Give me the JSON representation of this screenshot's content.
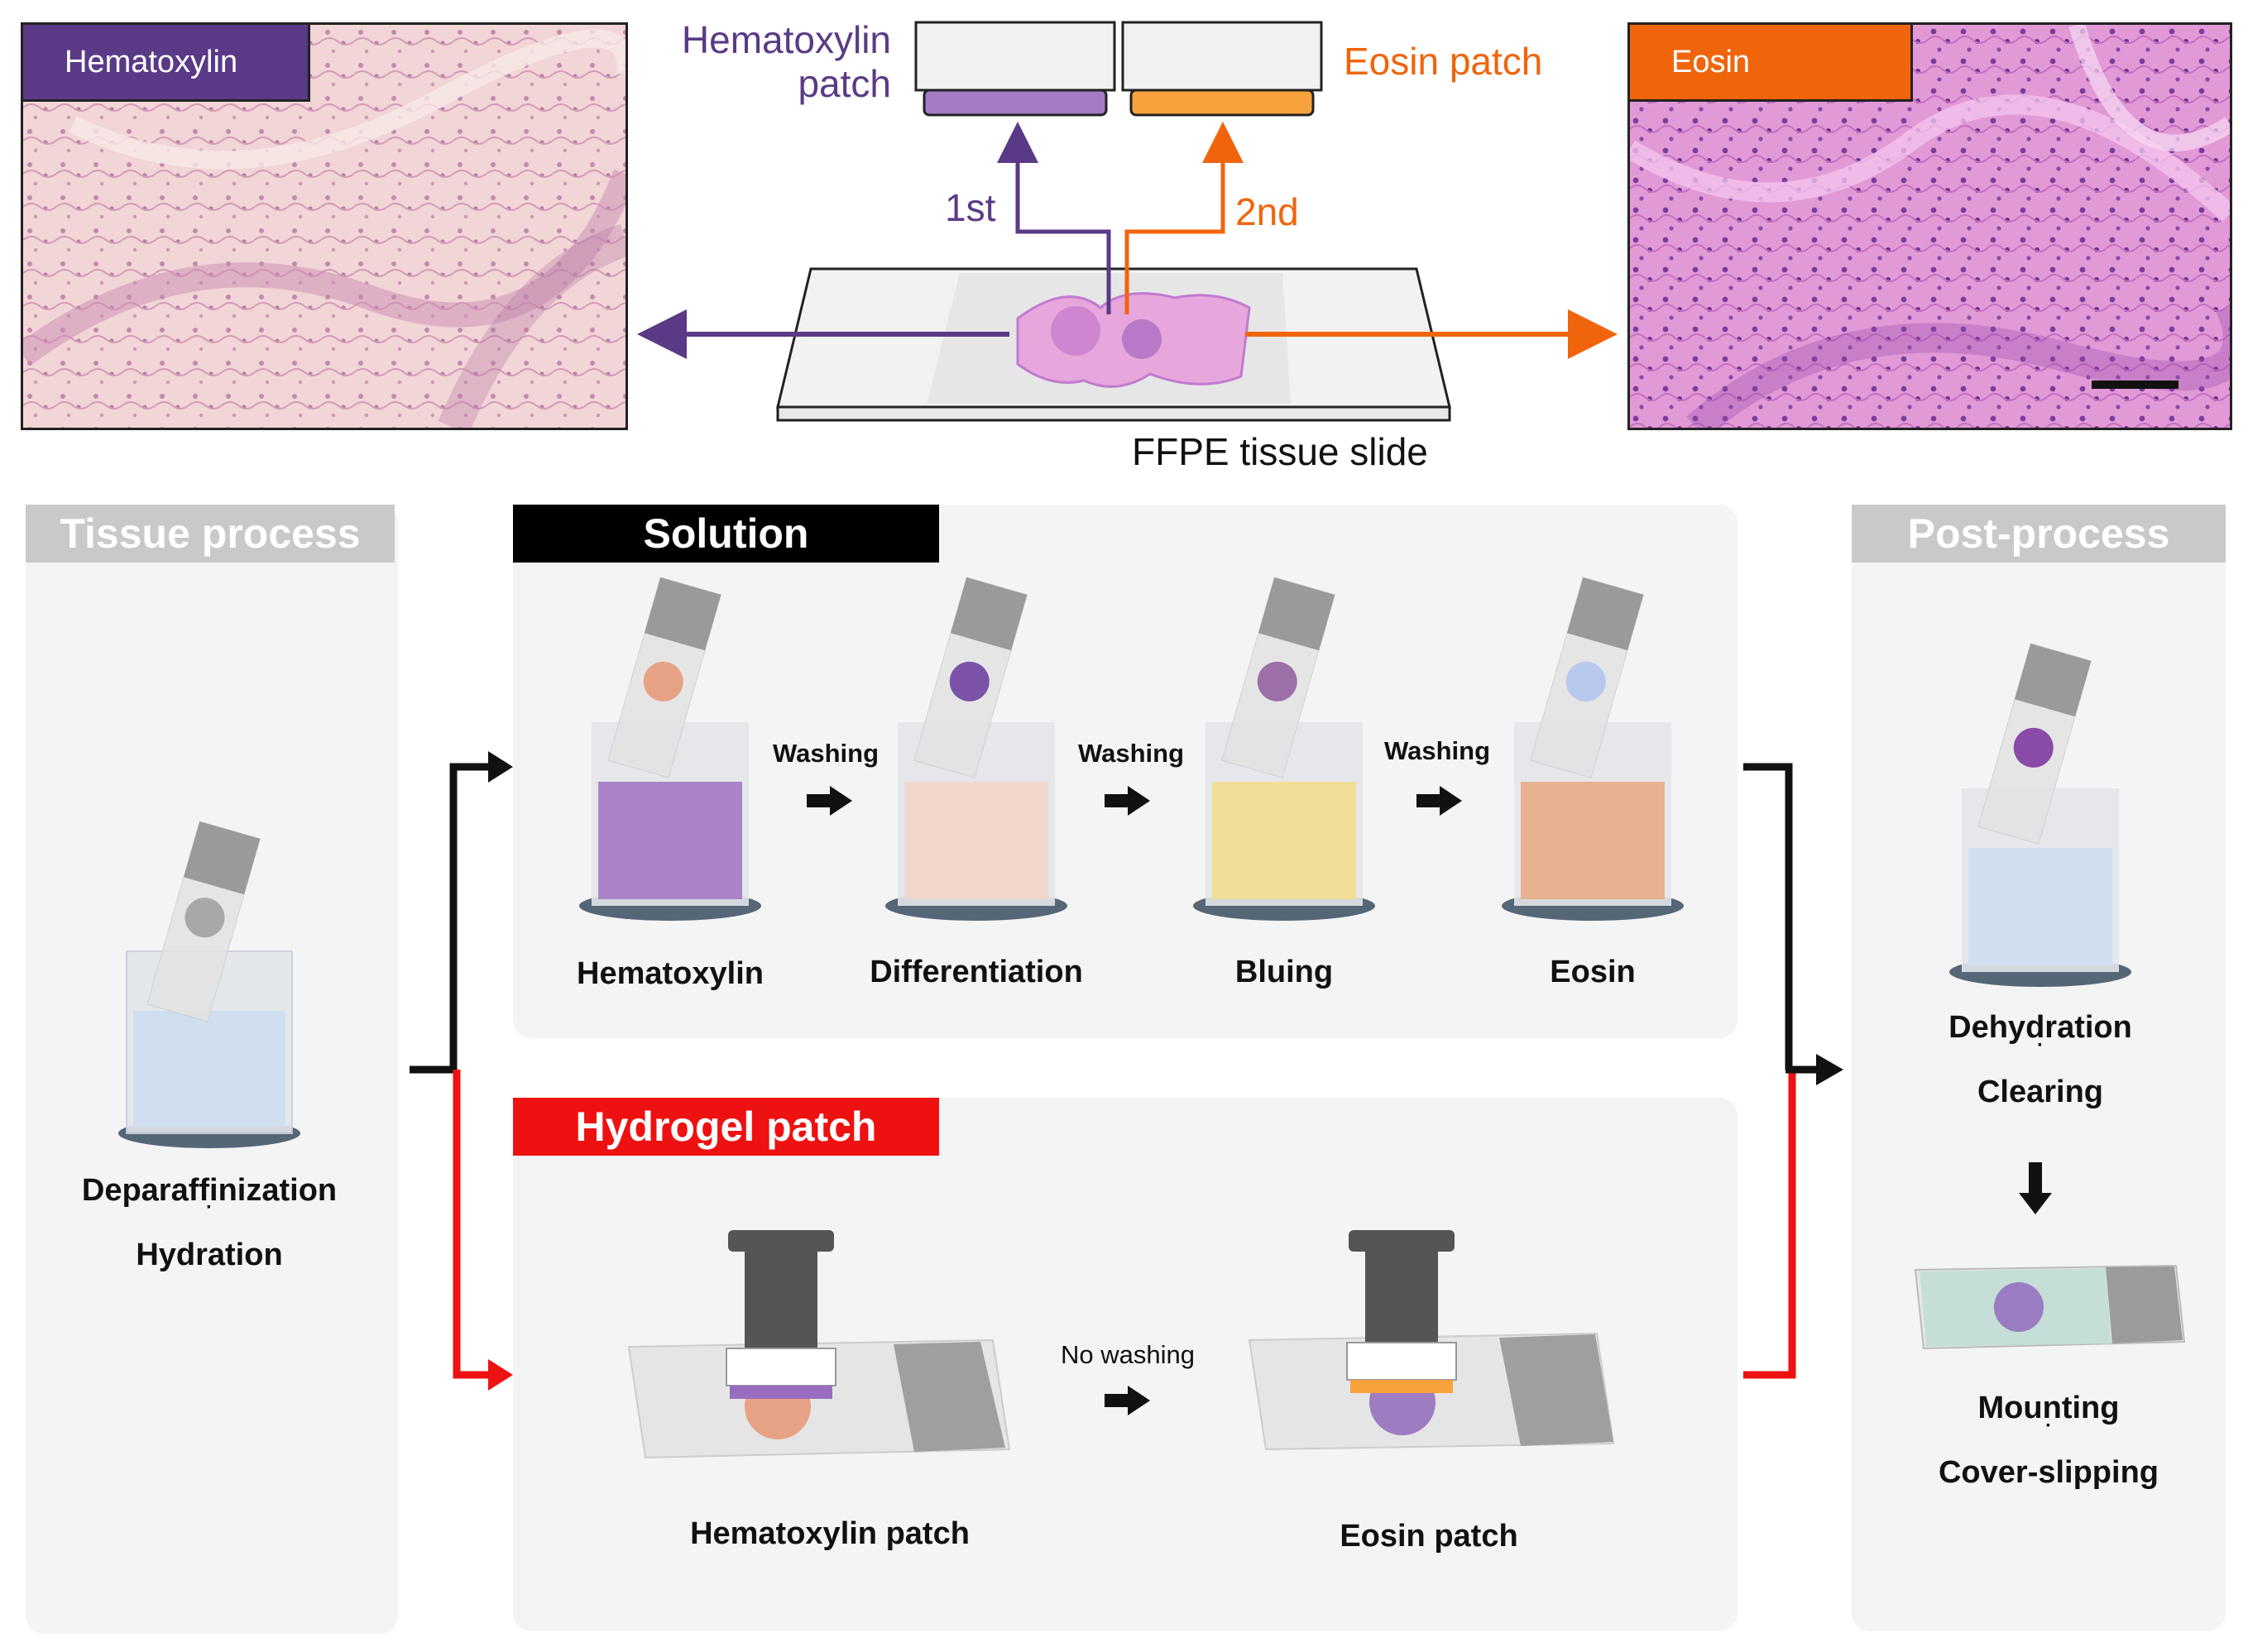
{
  "top": {
    "hematoxylin_tag": "Hematoxylin",
    "eosin_tag": "Eosin",
    "hematoxylin_patch_label": [
      "Hematoxylin",
      "patch"
    ],
    "eosin_patch_label": "Eosin patch",
    "first_label": "1st",
    "second_label": "2nd",
    "slide_label": "FFPE tissue slide"
  },
  "tissue_process": {
    "header": "Tissue process",
    "steps": [
      "Deparaffinization",
      "·",
      "Hydration"
    ]
  },
  "solution": {
    "header": "Solution",
    "steps": [
      "Hematoxylin",
      "Differentiation",
      "Bluing",
      "Eosin"
    ],
    "wash_labels": [
      "Washing",
      "Washing",
      "Washing"
    ]
  },
  "hydrogel": {
    "header": "Hydrogel patch",
    "steps": [
      "Hematoxylin patch",
      "Eosin patch"
    ],
    "wash_label": "No washing"
  },
  "post_process": {
    "header": "Post-process",
    "step1": [
      "Dehydration",
      "·",
      "Clearing"
    ],
    "step2": [
      "Mounting",
      "·",
      "Cover-slipping"
    ]
  },
  "colors": {
    "hematoxylin": "#5a3a86",
    "eosin": "#f0650c",
    "solution": "#000000",
    "hydrogel": "#ee1111",
    "header_gray": "#c9c9c9"
  }
}
